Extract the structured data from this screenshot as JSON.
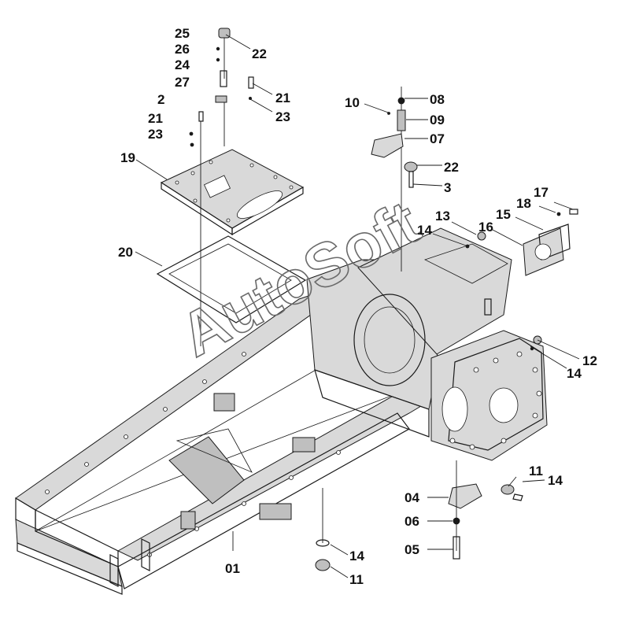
{
  "watermark": "AutoSoft",
  "callouts": [
    "25",
    "22",
    "26",
    "24",
    "27",
    "21",
    "2",
    "23",
    "21",
    "23",
    "19",
    "10",
    "08",
    "09",
    "07",
    "22",
    "3",
    "17",
    "18",
    "15",
    "13",
    "16",
    "14",
    "20",
    "12",
    "14",
    "11",
    "14",
    "04",
    "06",
    "05",
    "14",
    "11",
    "01"
  ]
}
